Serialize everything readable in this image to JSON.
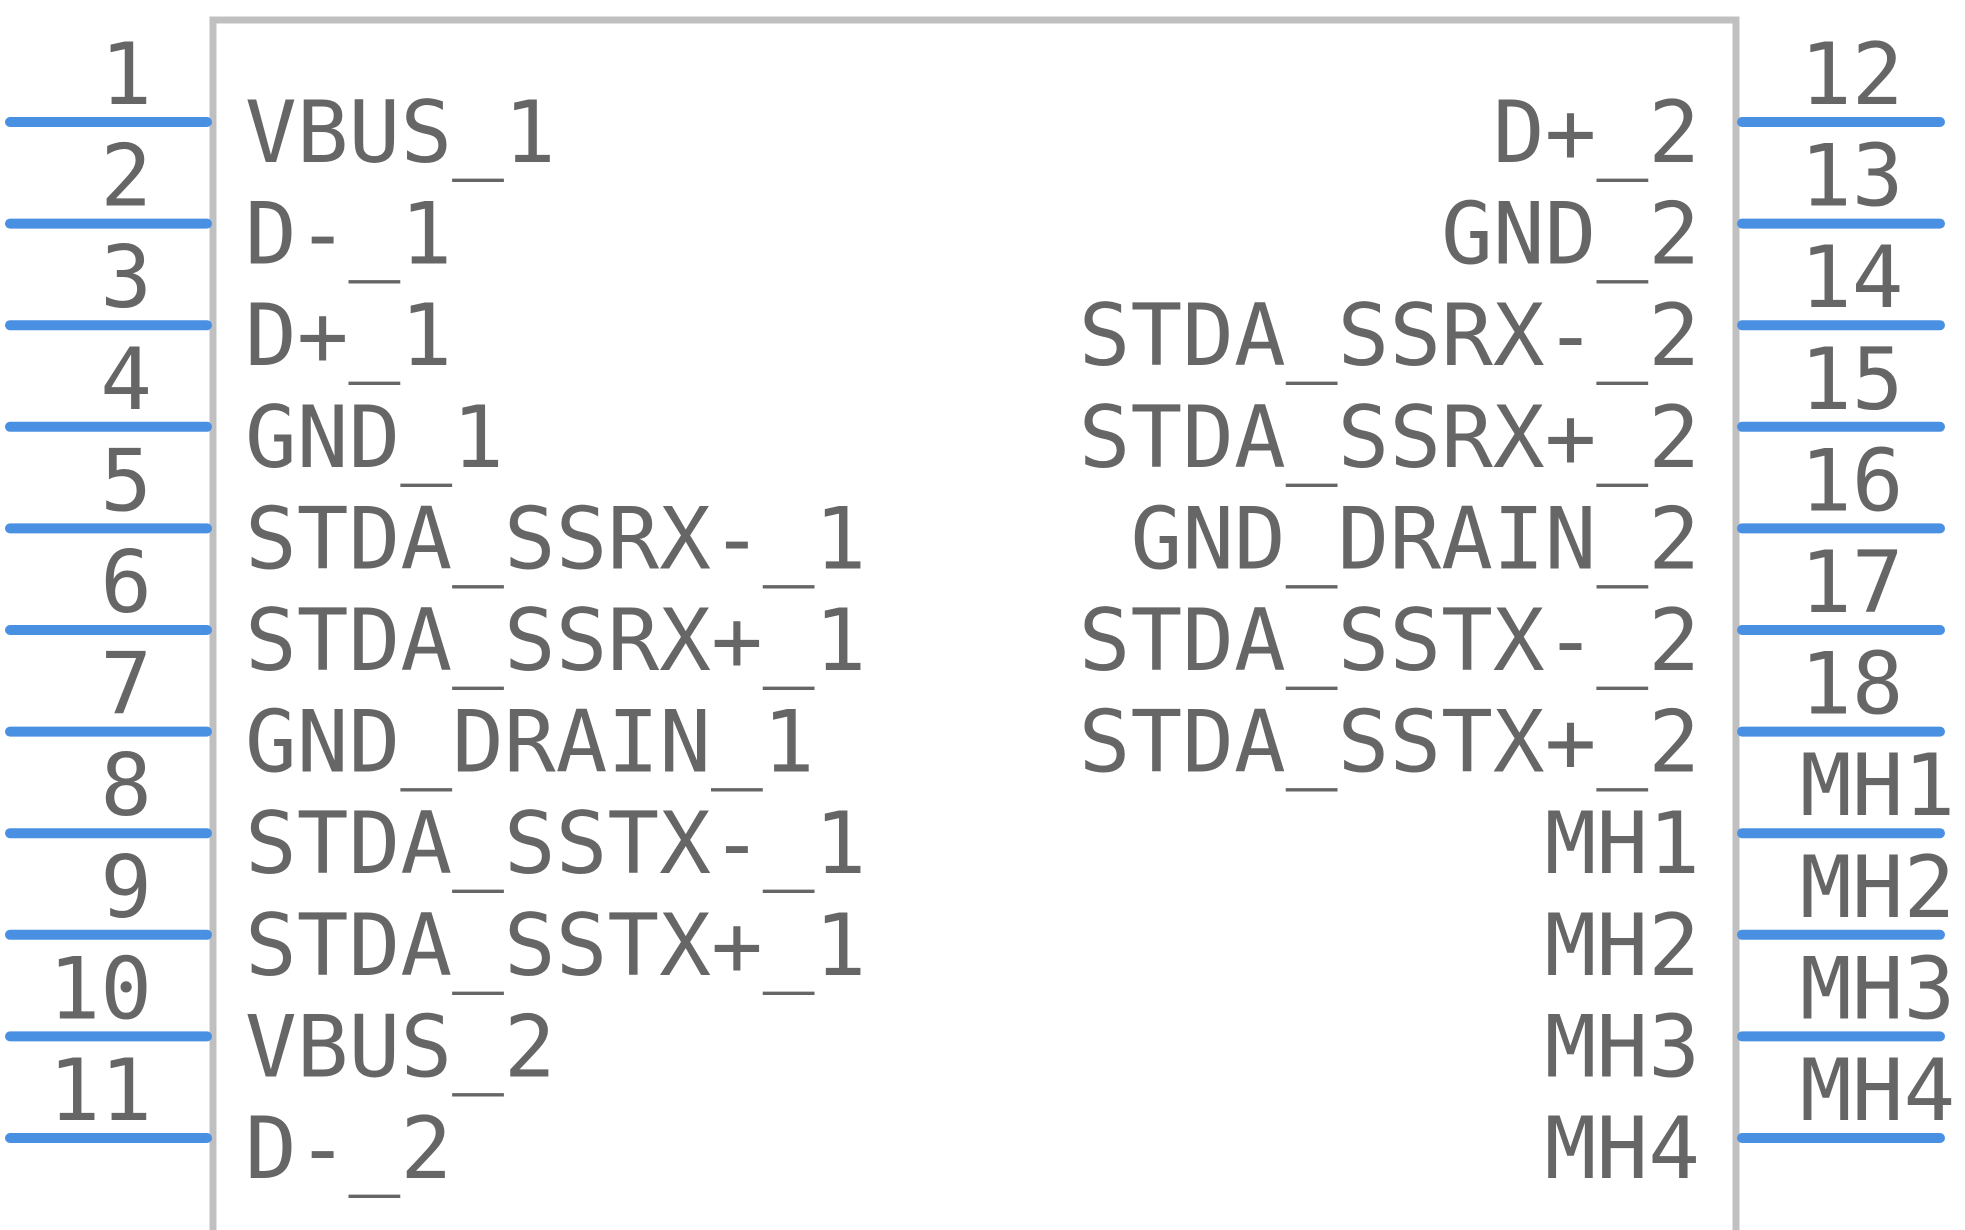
{
  "colors": {
    "body_outline": "#c0c0c0",
    "pin_line": "#4a90e2",
    "text": "#666666",
    "background": "#ffffff"
  },
  "left_pins": [
    {
      "number": "1",
      "name": "VBUS_1"
    },
    {
      "number": "2",
      "name": "D-_1"
    },
    {
      "number": "3",
      "name": "D+_1"
    },
    {
      "number": "4",
      "name": "GND_1"
    },
    {
      "number": "5",
      "name": "STDA_SSRX-_1"
    },
    {
      "number": "6",
      "name": "STDA_SSRX+_1"
    },
    {
      "number": "7",
      "name": "GND_DRAIN_1"
    },
    {
      "number": "8",
      "name": "STDA_SSTX-_1"
    },
    {
      "number": "9",
      "name": "STDA_SSTX+_1"
    },
    {
      "number": "10",
      "name": "VBUS_2"
    },
    {
      "number": "11",
      "name": "D-_2"
    }
  ],
  "right_pins": [
    {
      "number": "12",
      "name": "D+_2"
    },
    {
      "number": "13",
      "name": "GND_2"
    },
    {
      "number": "14",
      "name": "STDA_SSRX-_2"
    },
    {
      "number": "15",
      "name": "STDA_SSRX+_2"
    },
    {
      "number": "16",
      "name": "GND_DRAIN_2"
    },
    {
      "number": "17",
      "name": "STDA_SSTX-_2"
    },
    {
      "number": "18",
      "name": "STDA_SSTX+_2"
    },
    {
      "number": "MH1",
      "name": "MH1"
    },
    {
      "number": "MH2",
      "name": "MH2"
    },
    {
      "number": "MH3",
      "name": "MH3"
    },
    {
      "number": "MH4",
      "name": "MH4"
    }
  ]
}
